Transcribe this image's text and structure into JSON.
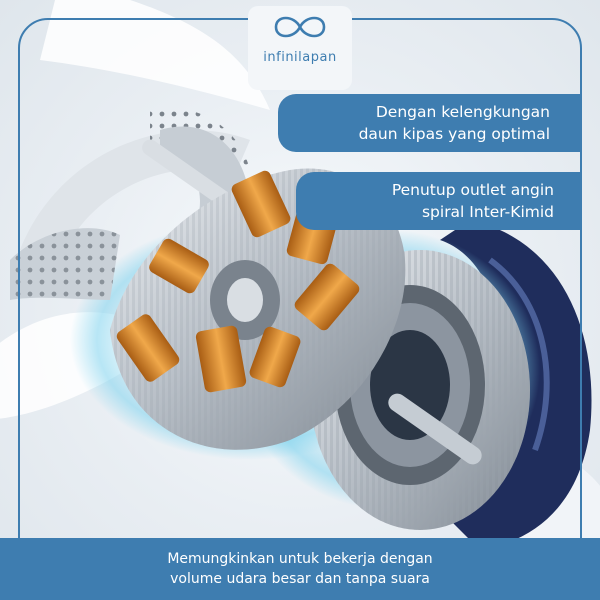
{
  "brand": {
    "name": "infinilapan",
    "logo_icon": "infinity-loop-icon",
    "color": "#3e7db0"
  },
  "callouts": [
    {
      "line1": "Dengan kelengkungan",
      "line2": "daun kipas yang optimal"
    },
    {
      "line1": "Penutup outlet angin",
      "line2": "spiral Inter-Kimid"
    }
  ],
  "footer": {
    "line1": "Memungkinkan untuk bekerja dengan",
    "line2": "volume udara besar dan tanpa suara"
  },
  "colors": {
    "accent": "#3e7db0",
    "copper": "#d8892e",
    "steel": "#b9c0c7",
    "glow": "#7fd3ee",
    "navy": "#1f2d5c"
  }
}
